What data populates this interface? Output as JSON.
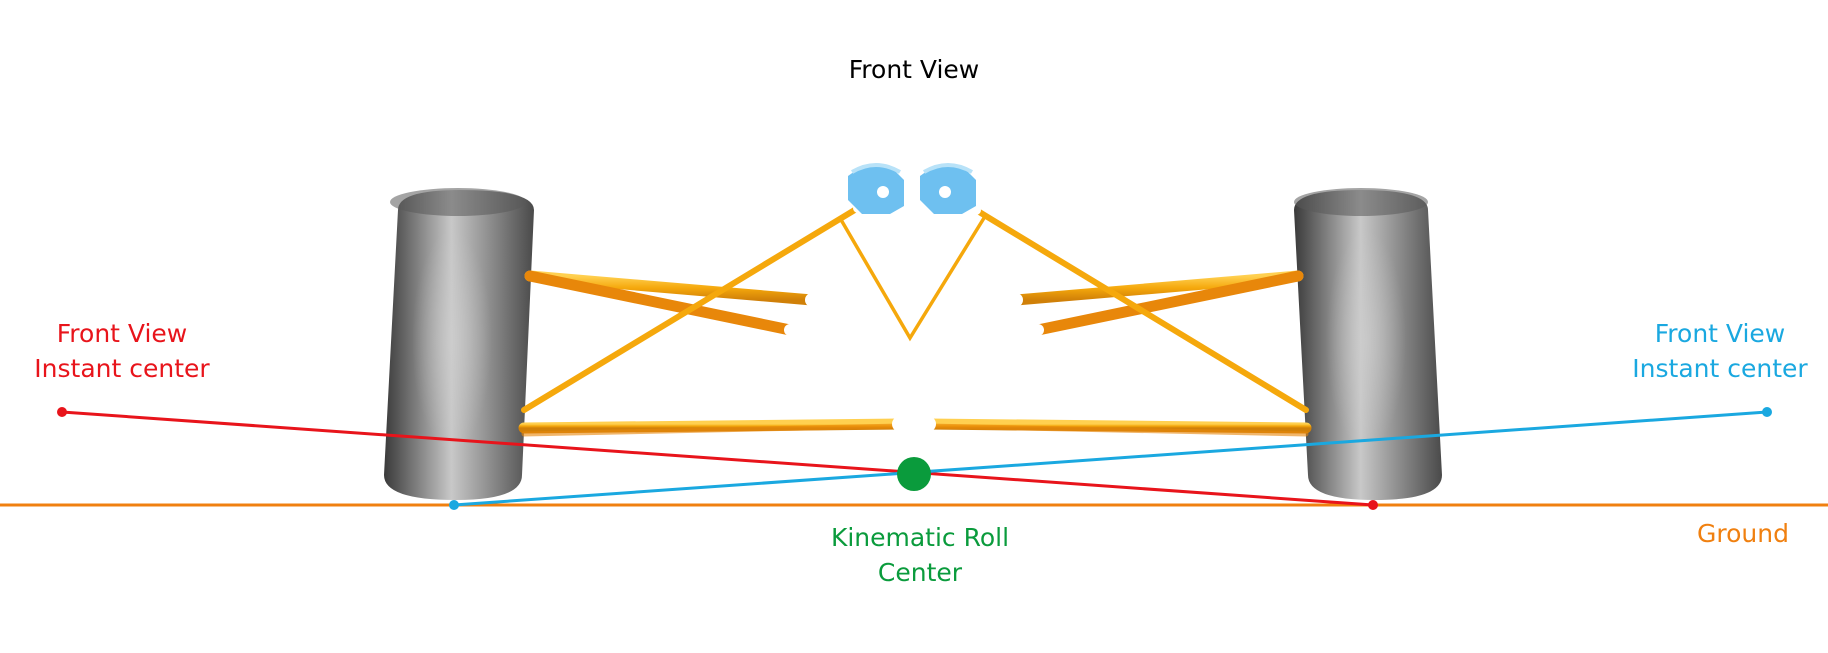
{
  "title": "Front View",
  "left_instant_center": {
    "line1": "Front View",
    "line2": "Instant center",
    "color": "#e8141b"
  },
  "right_instant_center": {
    "line1": "Front View",
    "line2": "Instant center",
    "color": "#1aa8e0"
  },
  "roll_center": {
    "line1": "Kinematic Roll",
    "line2": "Center",
    "color": "#0a9b3c"
  },
  "ground": {
    "label": "Ground",
    "color": "#f08010"
  },
  "colors": {
    "arm": "#f5a80c",
    "arm_dark": "#e8870a",
    "tire": "#6b6b6b",
    "shock": "#6ec0f0"
  }
}
